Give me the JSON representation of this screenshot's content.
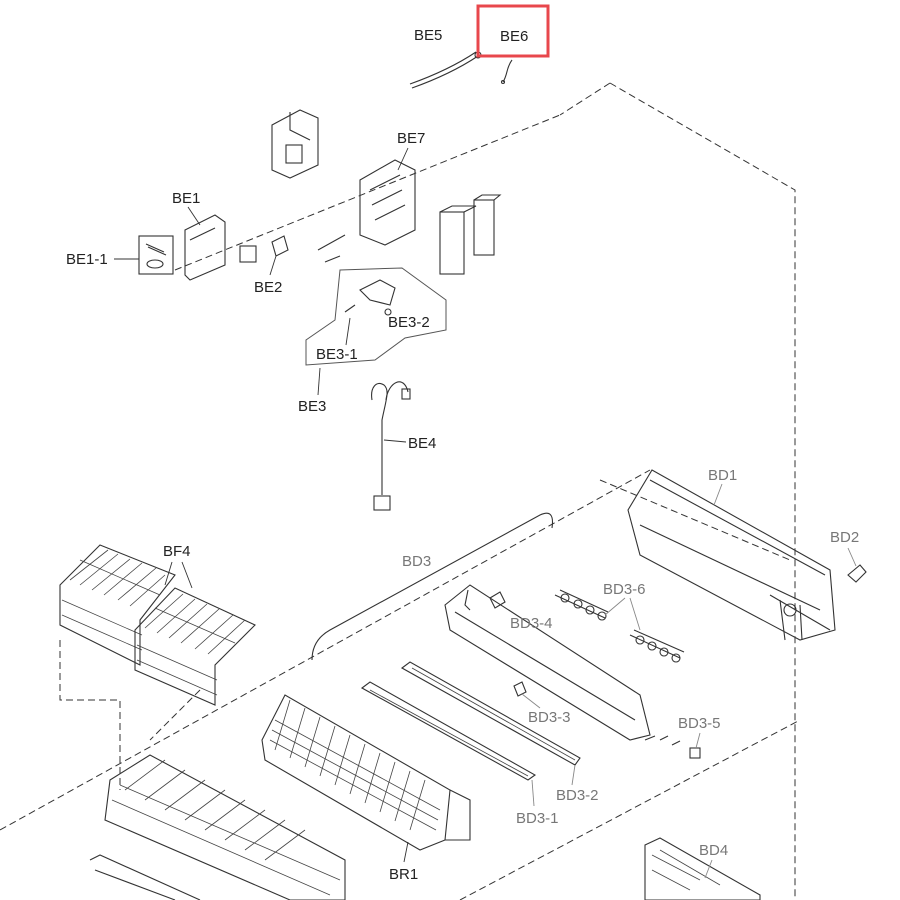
{
  "labels": {
    "be5": "BE5",
    "be6": "BE6",
    "be7": "BE7",
    "be1": "BE1",
    "be1_1": "BE1-1",
    "be2": "BE2",
    "be3_2": "BE3-2",
    "be3_1": "BE3-1",
    "be3": "BE3",
    "be4": "BE4",
    "bd1": "BD1",
    "bd2": "BD2",
    "bf4": "BF4",
    "bd3": "BD3",
    "bd3_6": "BD3-6",
    "bd3_4": "BD3-4",
    "bd3_3": "BD3-3",
    "bd3_5": "BD3-5",
    "bd3_2": "BD3-2",
    "bd3_1": "BD3-1",
    "br1": "BR1",
    "bd4": "BD4"
  },
  "highlight": {
    "target": "BE6",
    "color": "#e8474c"
  }
}
